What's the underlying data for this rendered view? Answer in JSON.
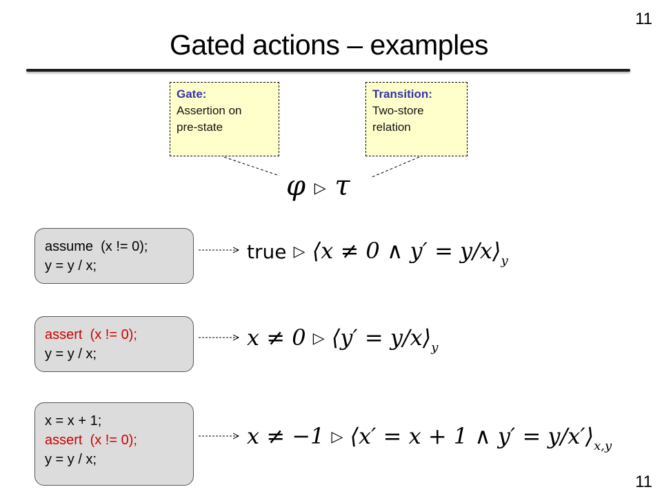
{
  "slide": {
    "title": "Gated actions – examples",
    "page_number_top": "11",
    "page_number_bottom": "11"
  },
  "gate_note": {
    "heading": "Gate:",
    "lines": [
      "Assertion on",
      "pre-state"
    ]
  },
  "transition_note": {
    "heading": "Transition:",
    "lines": [
      "Two-store",
      "relation"
    ]
  },
  "gate_formula": {
    "phi": "φ",
    "tri": "▷",
    "tau": "τ"
  },
  "examples": [
    {
      "code": [
        {
          "text": "assume  (x != 0);",
          "color": "#000000"
        },
        {
          "text": "y = y / x;",
          "color": "#000000"
        }
      ],
      "formula": {
        "gate": "true",
        "tri": "▷",
        "relation": "⟨x ≠ 0 ∧ y′ = y/x⟩",
        "sub": "y"
      }
    },
    {
      "code": [
        {
          "text": "assert  (x != 0);",
          "color": "#cc0000"
        },
        {
          "text": "y = y / x;",
          "color": "#000000"
        }
      ],
      "formula": {
        "gate": "x ≠ 0",
        "tri": "▷",
        "relation": "⟨y′ = y/x⟩",
        "sub": "y"
      }
    },
    {
      "code": [
        {
          "text": "x = x + 1;",
          "color": "#000000"
        },
        {
          "text": "assert  (x != 0);",
          "color": "#cc0000"
        },
        {
          "text": "y = y / x;",
          "color": "#000000"
        }
      ],
      "formula": {
        "gate": "x ≠ −1",
        "tri": "▷",
        "relation": "⟨x′ = x + 1 ∧ y′ = y/x′⟩",
        "sub": "x,y"
      }
    }
  ]
}
